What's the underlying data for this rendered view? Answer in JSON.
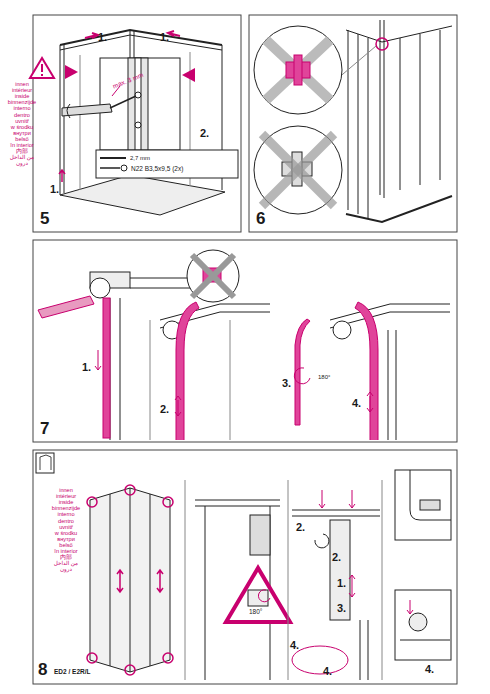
{
  "diagram": {
    "labels": [
      "1.",
      "1.",
      "2.",
      "1.",
      "max. 3 mm",
      "2,7 mm",
      "N22 B3,5x9,5 (2x)",
      "5",
      "innen",
      "intérieur",
      "inside",
      "binnenzijde",
      "interno",
      "dentro",
      "uvnitř",
      "w środku",
      "внутри",
      "belső",
      "în interior",
      "内部",
      "من الداخل",
      "درون",
      "6",
      "7",
      "1.",
      "2.",
      "3.",
      "180°",
      "4.",
      "8",
      "ED2 / E2R/L",
      "innen",
      "intérieur",
      "inside",
      "binnenzijde",
      "interno",
      "dentro",
      "uvnitř",
      "w środku",
      "внутри",
      "belső",
      "în interior",
      "内部",
      "من الداخل",
      "درون",
      "180°",
      "2.",
      "2.",
      "1.",
      "3.",
      "4.",
      "4.",
      "4."
    ]
  }
}
